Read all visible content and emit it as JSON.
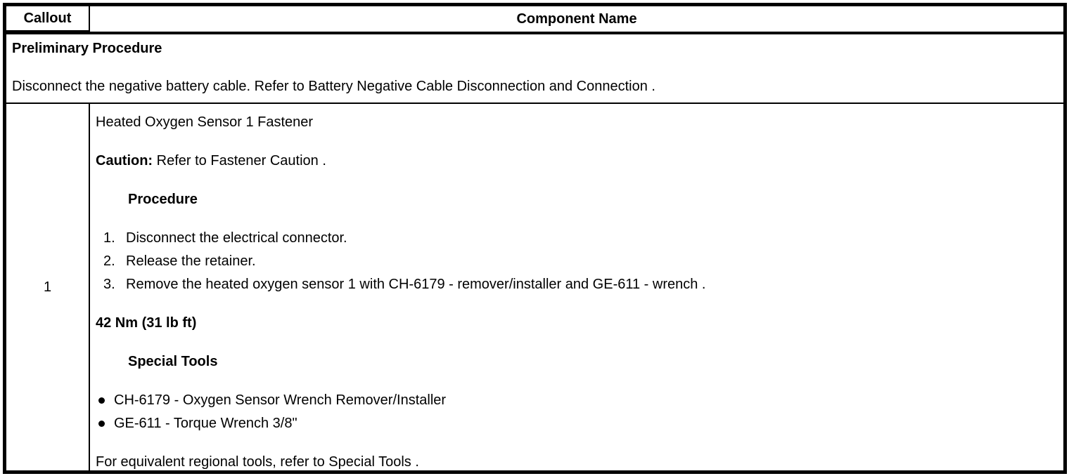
{
  "colors": {
    "border": "#000000",
    "text": "#000000",
    "background": "#ffffff"
  },
  "table": {
    "header": {
      "callout_label": "Callout",
      "component_label": "Component Name"
    },
    "preliminary": {
      "title": "Preliminary Procedure",
      "instruction": "Disconnect the negative battery cable. Refer to Battery Negative Cable Disconnection and Connection ."
    },
    "rows": [
      {
        "callout": "1",
        "component_name": "Heated Oxygen Sensor 1 Fastener",
        "caution_label": "Caution:",
        "caution_text": " Refer to Fastener Caution .",
        "procedure_heading": "Procedure",
        "steps": [
          {
            "num": "1.",
            "text": "Disconnect the electrical connector."
          },
          {
            "num": "2.",
            "text": "Release the retainer."
          },
          {
            "num": "3.",
            "text": "Remove the heated oxygen sensor 1 with CH-6179 - remover/installer and GE-611 - wrench ."
          }
        ],
        "torque_spec": "42 Nm (31 lb ft)",
        "special_tools_heading": "Special Tools",
        "special_tools": [
          "CH-6179 - Oxygen Sensor Wrench Remover/Installer",
          "GE-611 - Torque Wrench 3/8\""
        ],
        "regional_tools_note": "For equivalent regional tools, refer to Special Tools ."
      }
    ]
  }
}
